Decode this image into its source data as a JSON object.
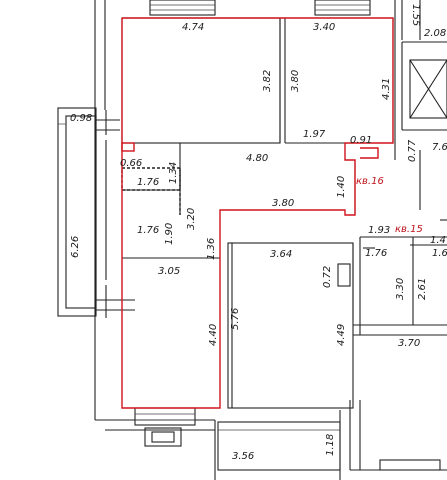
{
  "dimensions": {
    "d_474": "4.74",
    "d_340": "3.40",
    "d_155": "1.55",
    "d_208": "2.08",
    "d_382": "3.82",
    "d_380a": "3.80",
    "d_431": "4.31",
    "d_098": "0.98",
    "d_197": "1.97",
    "d_091": "0.91",
    "d_077": "0.77",
    "d_76": "7.6",
    "d_066": "0.66",
    "d_480": "4.80",
    "d_176a": "1.76",
    "d_134": "1.34",
    "d_140": "1.40",
    "d_380b": "3.80",
    "d_193": "1.93",
    "d_14": "1.4",
    "d_176b": "1.76",
    "d_320": "3.20",
    "d_190": "1.90",
    "d_136": "1.36",
    "d_364": "3.64",
    "d_072": "0.72",
    "d_176c": "1.76",
    "d_16": "1.6",
    "d_626": "6.26",
    "d_330": "3.30",
    "d_261": "2.61",
    "d_305": "3.05",
    "d_576": "5.76",
    "d_440": "4.40",
    "d_449": "4.49",
    "d_370": "3.70",
    "d_356": "3.56",
    "d_118": "1.18"
  },
  "apartments": {
    "kv16": "кв.16",
    "kv15": "кв.15"
  },
  "colors": {
    "outline": "#d0141c",
    "walls": "#222222"
  }
}
